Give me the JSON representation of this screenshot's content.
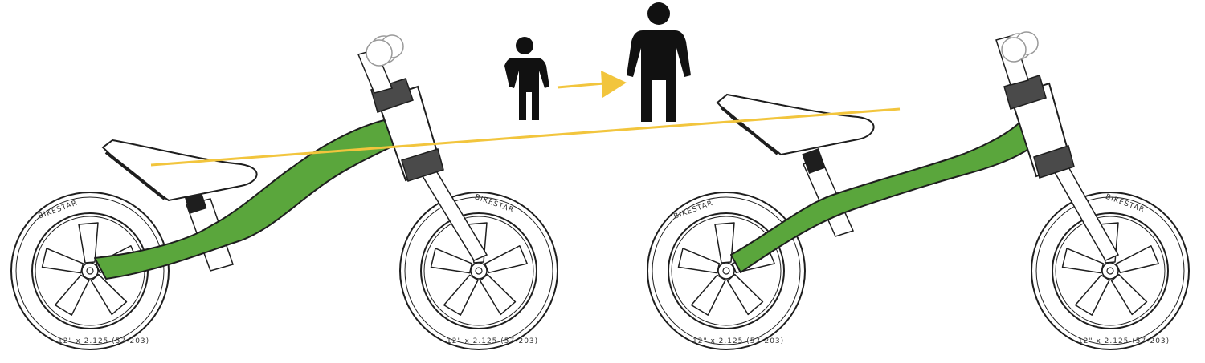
{
  "figure": {
    "description_visible_text": [
      "BIKESTAR",
      "BIKESTAR"
    ],
    "tire_brand": "BIKESTAR",
    "tire_size_left_bike": "12\" x 2.125 (57-203)",
    "tire_size_right_bike": "12\" x 2.125 (57-203)",
    "colors": {
      "frame": "#5aa63c",
      "frame_outline": "#1e1e1e",
      "height_line": "#f2c53d",
      "arrow": "#f2c53d",
      "person": "#111111",
      "outline": "#1e1e1e",
      "saddle_fill": "#ffffff",
      "headset": "#4a4a4a"
    },
    "icons": [
      "small-child-icon",
      "growth-arrow-icon",
      "tall-person-icon"
    ]
  }
}
